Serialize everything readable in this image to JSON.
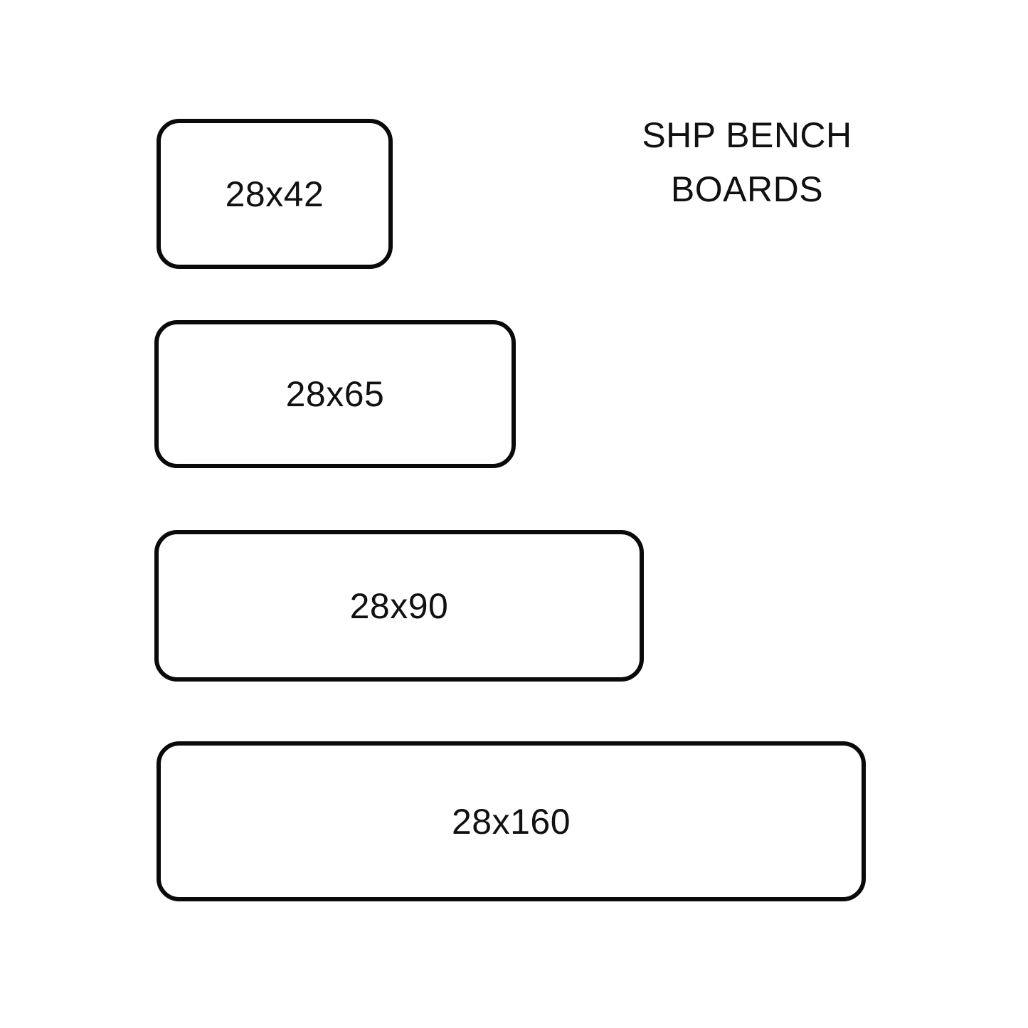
{
  "title": {
    "line1": "SHP BENCH",
    "line2": "BOARDS"
  },
  "colors": {
    "stroke": "#0a0a0a",
    "background": "#ffffff",
    "text": "#111111"
  },
  "diagram": {
    "type": "size-comparison",
    "subject": "SHP bench boards",
    "boards": [
      {
        "label": "28x42",
        "thickness_mm": 28,
        "width_mm": 42
      },
      {
        "label": "28x65",
        "thickness_mm": 28,
        "width_mm": 65
      },
      {
        "label": "28x90",
        "thickness_mm": 28,
        "width_mm": 90
      },
      {
        "label": "28x160",
        "thickness_mm": 28,
        "width_mm": 160
      }
    ]
  }
}
